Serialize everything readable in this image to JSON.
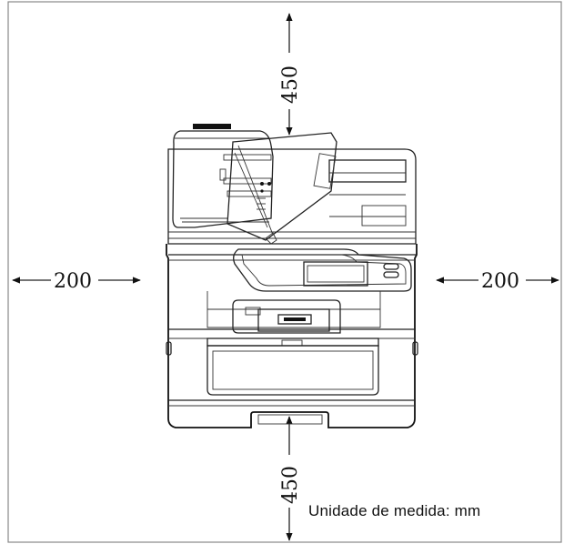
{
  "dimensions": {
    "top": "450",
    "bottom": "450",
    "left": "200",
    "right": "200"
  },
  "unit_note": "Unidade de medida: mm",
  "colors": {
    "line": "#222222",
    "background": "#ffffff",
    "frame": "#888888"
  }
}
